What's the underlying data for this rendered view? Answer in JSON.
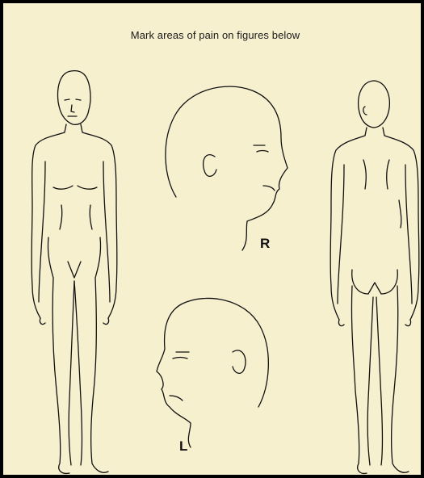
{
  "instruction": "Mark areas of pain on figures below",
  "figures": {
    "front_body": {
      "icon": "front-body-outline"
    },
    "right_head": {
      "icon": "head-profile-right",
      "side_label": "R"
    },
    "left_head": {
      "icon": "head-profile-left",
      "side_label": "L"
    },
    "back_body": {
      "icon": "back-body-outline"
    }
  }
}
